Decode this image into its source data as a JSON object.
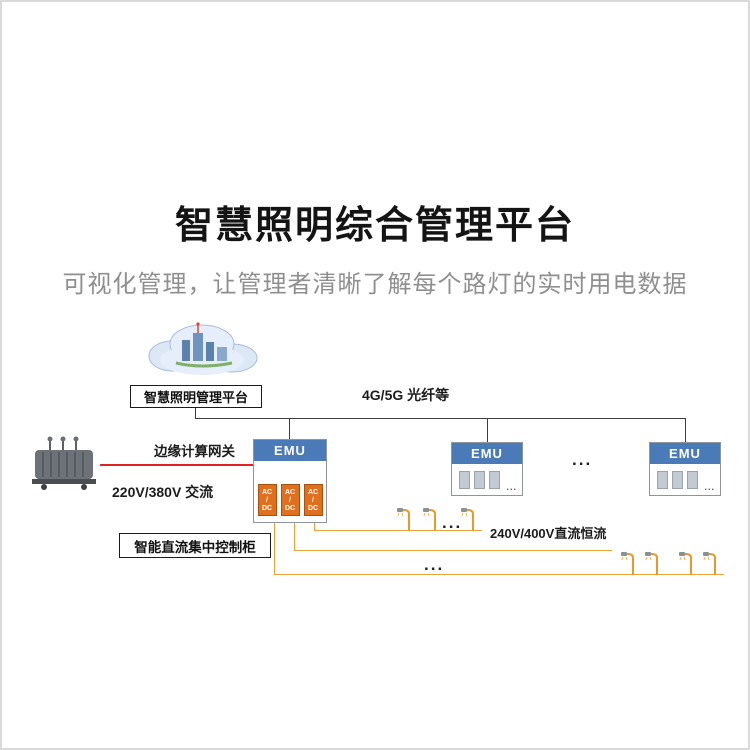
{
  "header": {
    "title": "智慧照明综合管理平台",
    "subtitle": "可视化管理，让管理者清晰了解每个路灯的实时用电数据"
  },
  "diagram": {
    "platform_box": "智慧照明管理平台",
    "network_label": "4G/5G 光纤等",
    "gateway_label": "边缘计算网关",
    "ac_label": "220V/380V 交流",
    "cabinet_box": "智能直流集中控制柜",
    "dc_label": "240V/400V直流恒流",
    "ellipsis": "...",
    "emu": {
      "title": "EMU",
      "module_line1": "AC",
      "module_line2": "/",
      "module_line3": "DC"
    },
    "icons": {
      "cloud": "cloud-city-icon",
      "transformer": "transformer-icon",
      "lamp": "street-lamp-icon"
    },
    "colors": {
      "emu_header_blue": "#4a7ab8",
      "module_orange": "#e0701e",
      "ac_line_red": "#e02222",
      "dc_line_orange": "#eaa33c",
      "bus_line_dark": "#3c3c3c"
    }
  }
}
